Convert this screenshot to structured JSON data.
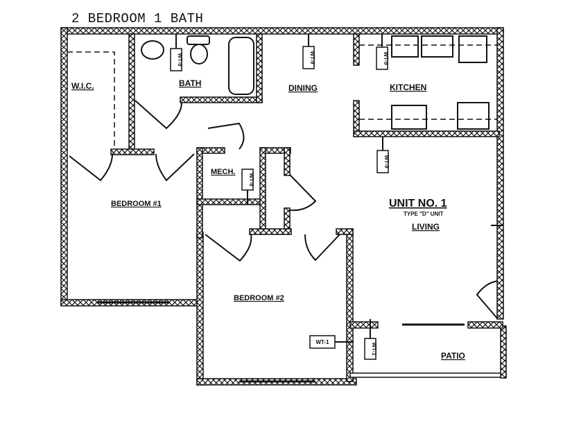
{
  "title": "2 BEDROOM 1 BATH",
  "unit": {
    "name": "UNIT NO. 1",
    "type": "TYPE \"D\" UNIT"
  },
  "rooms": {
    "wic": "W.I.C.",
    "bath": "BATH",
    "dining": "DINING",
    "kitchen": "KITCHEN",
    "mech": "MECH.",
    "bedroom1": "BEDROOM #1",
    "bedroom2": "BEDROOM #2",
    "living": "LIVING",
    "patio": "PATIO"
  },
  "tags": {
    "bath": "WT-9",
    "dining": "WT-9",
    "kitchen_upper": "WT-9",
    "kitchen_lower": "WT-9",
    "mech": "WT-9",
    "bedroom2": "WT-1",
    "patio": "WT-1"
  },
  "colors": {
    "line": "#111111",
    "background": "#ffffff"
  }
}
